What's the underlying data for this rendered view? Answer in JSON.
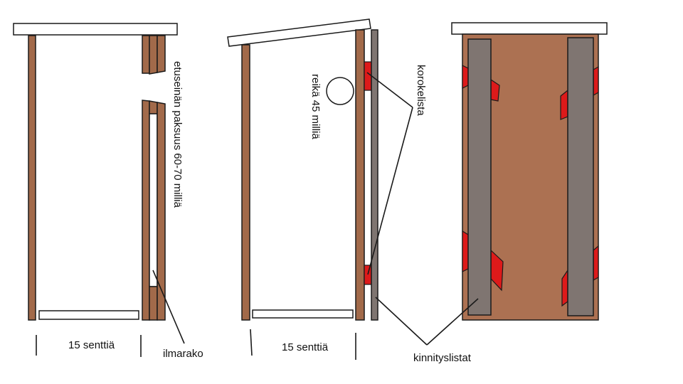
{
  "labels": {
    "front_wall_thickness": "etuseinän paksuus 60-70 milliä",
    "width_left": "15 senttiä",
    "width_middle": "15 senttiä",
    "air_gap": "ilmarako",
    "hole": "reikä 45 milliä",
    "spacer_strip": "korokelista",
    "mounting_strips": "kinnityslistat"
  },
  "colors": {
    "wood": "#a26a4a",
    "back_panel": "#ac7152",
    "mounting_strip": "#7f7571",
    "spacer": "#dd1a1a",
    "outline": "#1a1a1a"
  }
}
